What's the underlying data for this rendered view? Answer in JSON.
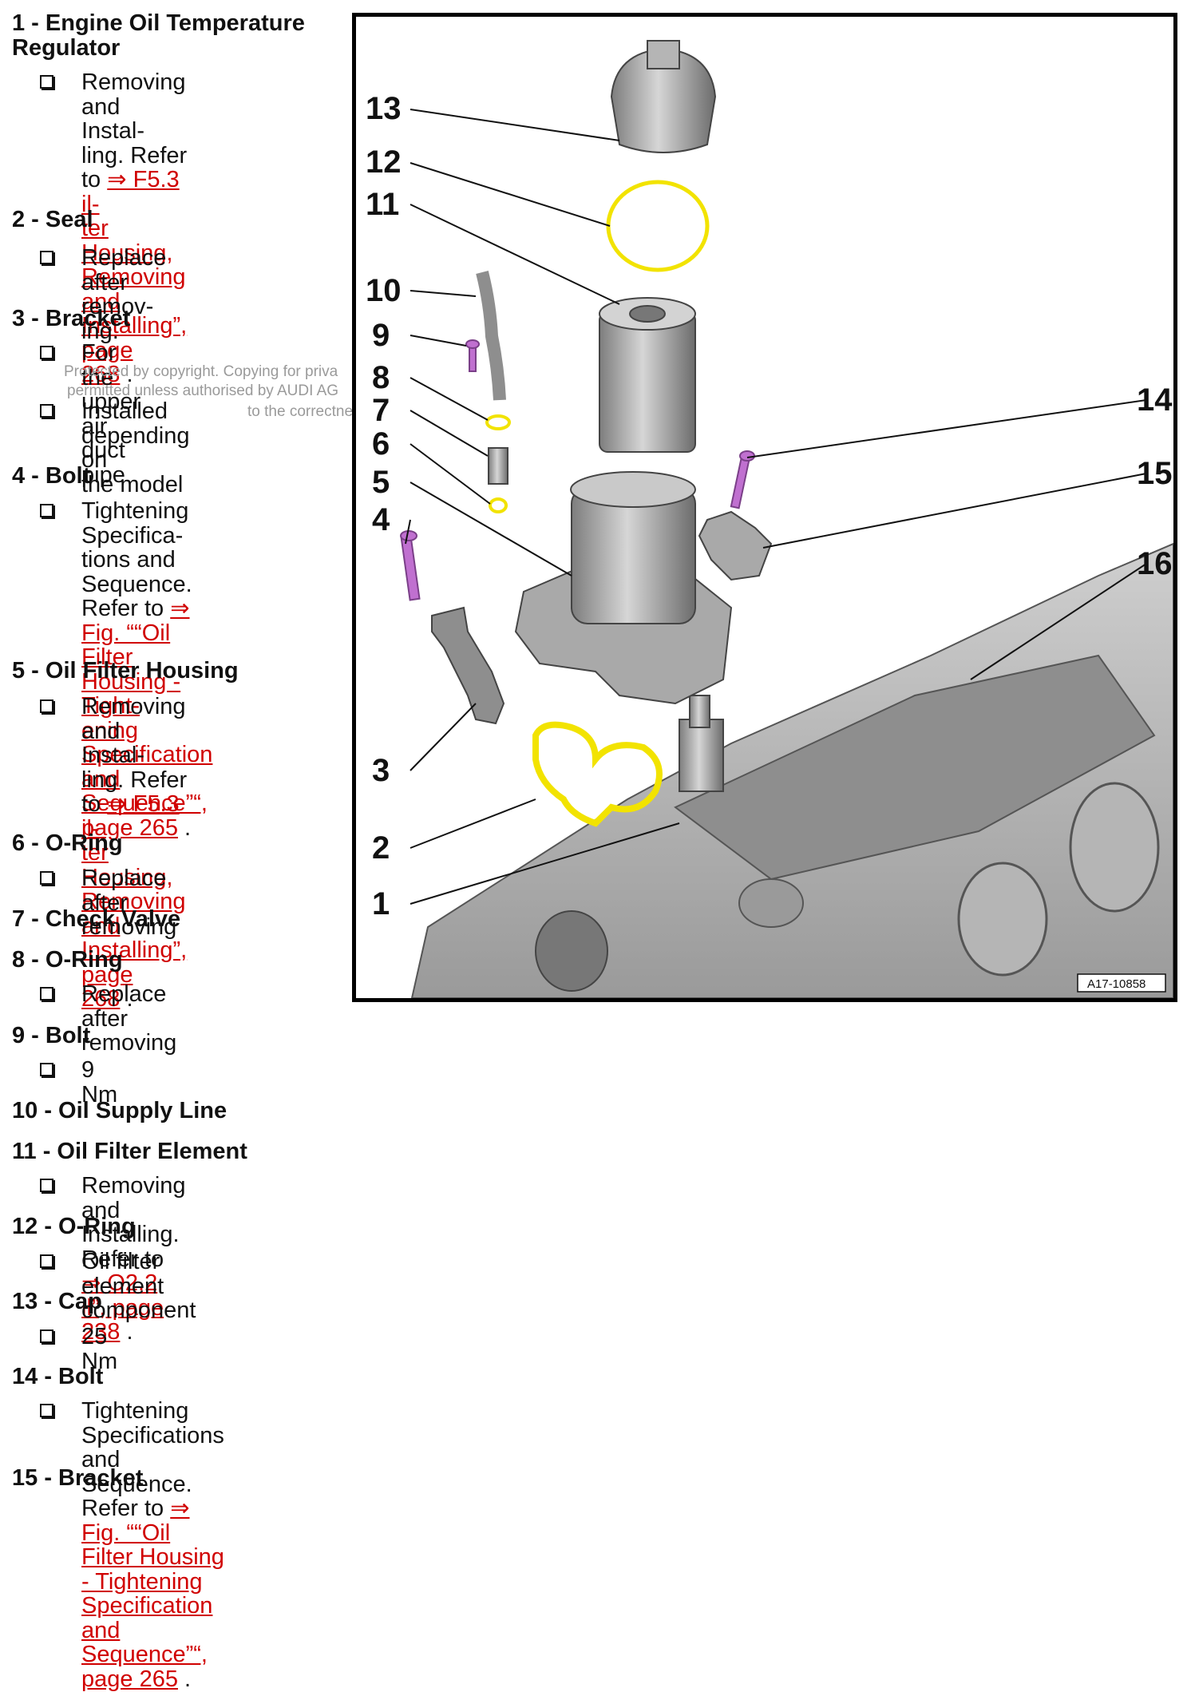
{
  "items": [
    {
      "head": "1 - Engine Oil Temperature Regulator",
      "head_lines": [
        "1 - Engine Oil Temperature",
        "Regulator"
      ]
    },
    {
      "head": "2 - Seal"
    },
    {
      "head": "3 - Bracket"
    },
    {
      "head": "4 - Bolt"
    },
    {
      "head": "5 - Oil Filter Housing"
    },
    {
      "head": "6 - O-Ring"
    },
    {
      "head": "7 - Check Valve"
    },
    {
      "head": "8 - O-Ring"
    },
    {
      "head": "9 - Bolt"
    },
    {
      "head": "10 - Oil Supply Line"
    },
    {
      "head": "11 - Oil Filter Element"
    },
    {
      "head": "12 - O-Ring"
    },
    {
      "head": "13 - Cap"
    },
    {
      "head": "14 - Bolt"
    },
    {
      "head": "15 - Bracket"
    }
  ],
  "bullets": {
    "i1": {
      "l1": "Removing and Instal-",
      "l2a": "ling. Refer to ",
      "l2b": "⇒ F5.3 il-",
      "l3": "ter Housing, Removing",
      "l4": "and Installing”, page",
      "l5": "268",
      "end": " ."
    },
    "i2": {
      "l1": "Replace after remov-",
      "l2": "ing."
    },
    "i3a": {
      "l1": "For the upper air duct",
      "l2": "pipe"
    },
    "i3b": {
      "l1": "Installed depending on",
      "l2": "the model"
    },
    "i4": {
      "l1": "Tightening Specifica-",
      "l2": "tions and Sequence.",
      "l3a": "Refer to ",
      "l3b": "⇒ Fig. ““Oil",
      "l4": "Filter Housing - Tight-",
      "l5": "ening Specification and",
      "l6": "Sequence”“, page 265",
      "end": " ."
    },
    "i5": {
      "l1": "Removing and Instal-",
      "l2a": "ling. Refer to ",
      "l2b": "⇒ F5.3 il-",
      "l3": "ter Housing, Removing",
      "l4": "and Installing”, page",
      "l5": "268",
      "end": " ."
    },
    "i6": "Replace after removing",
    "i8": "Replace after removing",
    "i9": "9 Nm",
    "i11": {
      "a": "Removing and Installing. Refer to ",
      "b": "⇒ O2.2 il”, page 238",
      "end": " ."
    },
    "i12": "Oil filter element component",
    "i13": "25 Nm",
    "i14": {
      "a": "Tightening Specifications and Sequence. Refer to ",
      "b": "⇒ Fig. ““Oil Filter Housing - Tightening Specification",
      "c": "and Sequence”“, page 265",
      "end": " ."
    }
  },
  "watermark": {
    "l1": "Protected by copyright. Copying for priva",
    "l2": "permitted unless authorised by AUDI AG",
    "l3": "to the correctness of information in"
  },
  "figure": {
    "code": "A17-10858",
    "callouts": [
      "13",
      "12",
      "11",
      "10",
      "9",
      "8",
      "7",
      "6",
      "5",
      "4",
      "3",
      "2",
      "1",
      "14",
      "15",
      "16"
    ]
  },
  "colors": {
    "link": "#d00000",
    "seal": "#f2e300",
    "bolt": "#c070d0"
  }
}
